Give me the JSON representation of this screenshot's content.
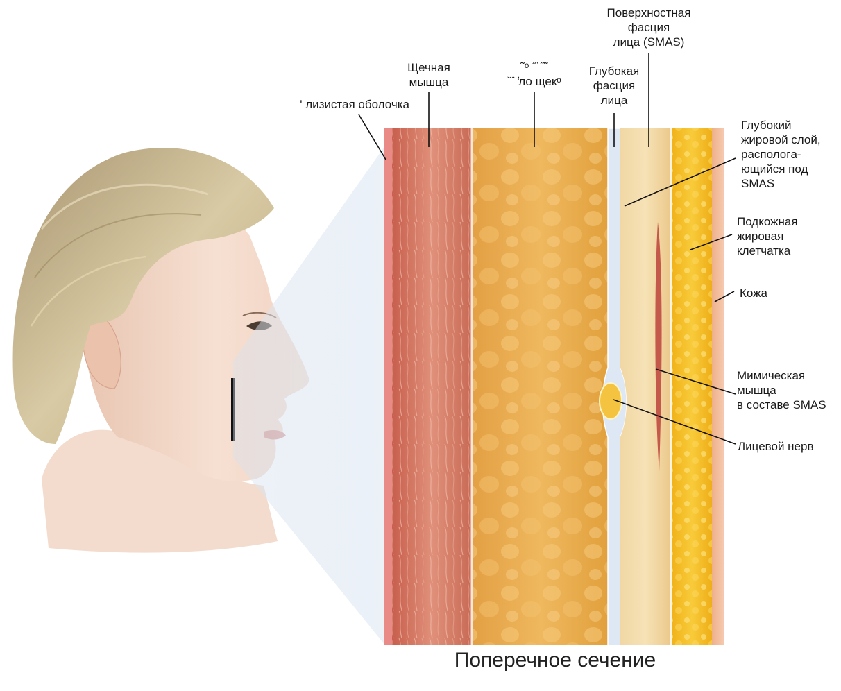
{
  "diagram": {
    "caption": "Поперечное сечение",
    "labels": {
      "mucosa": "ʹ лизистая оболочка",
      "buccinator": "Щечная\nмышца",
      "buccal_fat_garbled": "˜ᵒ ˝˙˝˜\nˇˆ ̔ло щекᵒ",
      "deep_fascia": "Глубокая\nфасция\nлица",
      "smas": "Поверхностная\nфасция\nлица (SMAS)",
      "deep_fat": "Глубокий\nжировой слой,\nраспологa-\nющийся под\nSMAS",
      "subcutaneous_fat": "Подкожная\nжировая\nклетчатка",
      "skin": "Кожа",
      "mimic_muscle": "Мимическая\nмышца\nв составе SMAS",
      "facial_nerve": "Лицевой нерв"
    },
    "colors": {
      "mucosa": "#e98a87",
      "buccinator": "#d0705c",
      "buccal_fat": "#e7a83c",
      "deep_fascia": "#dde8f4",
      "smas": "#f0d49a",
      "subcutaneous_fat": "#f4bc1e",
      "skin": "#f0b590",
      "nerve": "#f4c440",
      "hair": "#cdbd94",
      "face": "#f5dccd",
      "projection": "#dbe6f2"
    }
  }
}
